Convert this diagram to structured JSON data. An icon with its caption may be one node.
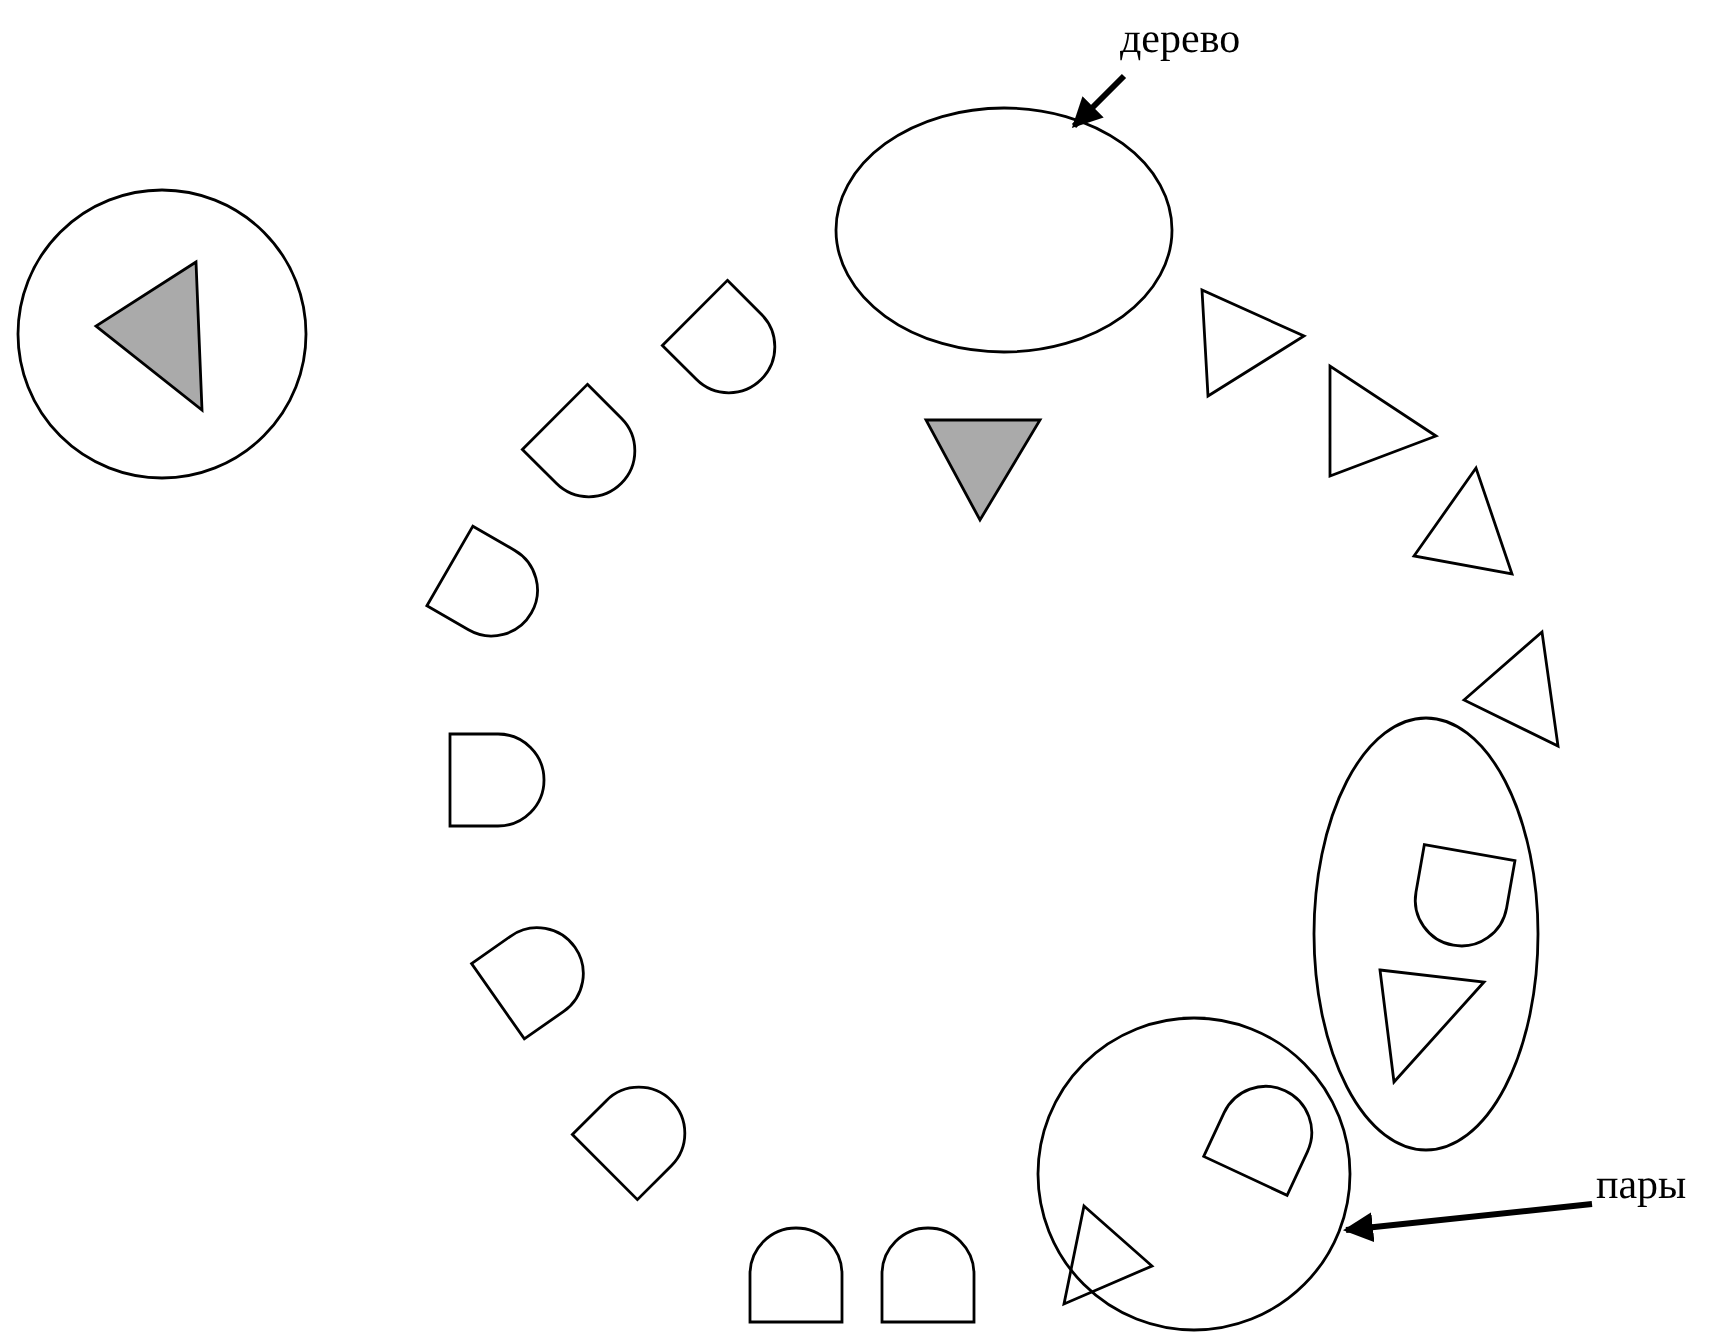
{
  "diagram": {
    "nodes": [
      {
        "text": [
          "дерево"
        ]
      },
      {
        "text": [],
        "shape": "ellipse"
      },
      {
        "text": [
          "пары"
        ]
      },
      {
        "text": [],
        "shape": "circle"
      }
    ],
    "edges": [
      {
        "from": 0,
        "to": 1,
        "arrow": "to"
      },
      {
        "from": 2,
        "to": 3,
        "arrow": "to"
      }
    ]
  }
}
